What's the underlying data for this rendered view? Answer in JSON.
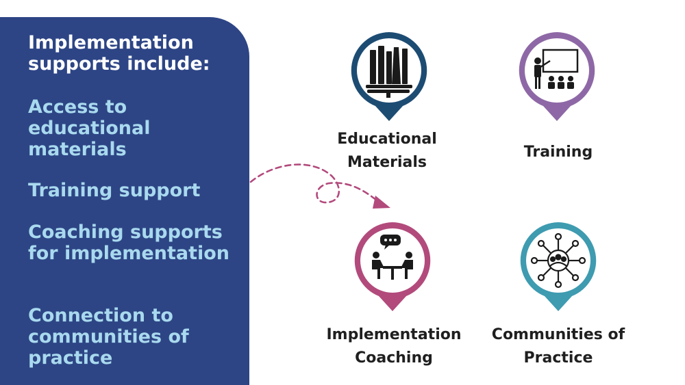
{
  "panel": {
    "title": "Implementation supports include:",
    "items": [
      "Access to educational materials",
      "Training support",
      "Coaching supports for implementation",
      "Connection to communities of practice"
    ]
  },
  "supports": [
    {
      "label_line1": "Educational",
      "label_line2": "Materials",
      "ring_color": "#1d4c73",
      "icon": "books-icon"
    },
    {
      "label_line1": "Training",
      "label_line2": "",
      "ring_color": "#8e68a6",
      "icon": "presenter-icon"
    },
    {
      "label_line1": "Implementation",
      "label_line2": "Coaching",
      "ring_color": "#b24a7c",
      "icon": "coaching-meeting-icon"
    },
    {
      "label_line1": "Communities of",
      "label_line2": "Practice",
      "ring_color": "#3e9bb0",
      "icon": "network-community-icon"
    }
  ],
  "colors": {
    "panel_background": "#2d4585",
    "panel_title": "#ffffff",
    "panel_items": "#a9d9ee",
    "arrow": "#b24a7c"
  }
}
